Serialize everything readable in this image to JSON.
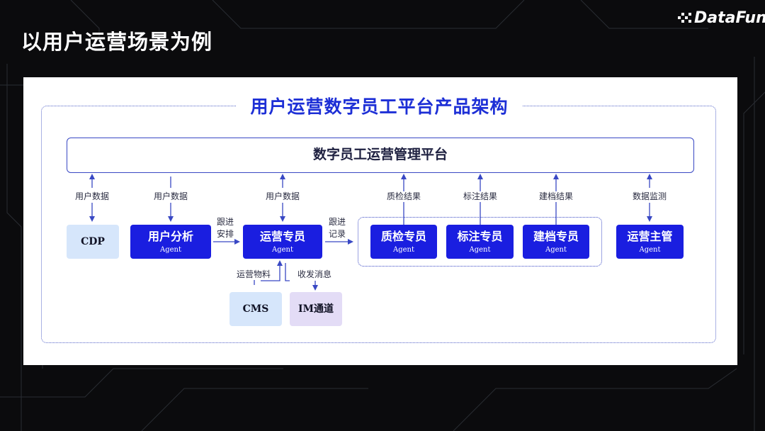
{
  "slide": {
    "title": "以用户运营场景为例",
    "logo_text": "DataFun."
  },
  "diagram": {
    "title": "用户运营数字员工平台产品架构",
    "platform": "数字员工运营管理平台",
    "flow_labels": {
      "cdp": "用户数据",
      "user_analysis": "用户数据",
      "ops_specialist": "用户数据",
      "qc": "质检结果",
      "annotation": "标注结果",
      "archiving": "建档结果",
      "manager": "数据监测"
    },
    "follow_arrange": [
      "跟进",
      "安排"
    ],
    "follow_record": [
      "跟进",
      "记录"
    ],
    "ops_materials": "运营物料",
    "send_receive": "收发消息",
    "nodes": {
      "cdp": {
        "name": "CDP"
      },
      "user_analysis": {
        "name": "用户分析",
        "sub": "Agent"
      },
      "ops_specialist": {
        "name": "运营专员",
        "sub": "Agent"
      },
      "qc_specialist": {
        "name": "质检专员",
        "sub": "Agent"
      },
      "annotation_specialist": {
        "name": "标注专员",
        "sub": "Agent"
      },
      "archiving_specialist": {
        "name": "建档专员",
        "sub": "Agent"
      },
      "ops_manager": {
        "name": "运营主管",
        "sub": "Agent"
      },
      "cms": {
        "name": "CMS"
      },
      "im_channel": {
        "name": "IM通道"
      }
    },
    "colors": {
      "agent": "#1a1ee0",
      "light_node": "#d6e6fb",
      "purple_node": "#e3dcf6",
      "title": "#1d2fd6",
      "line": "#3948c4"
    }
  }
}
